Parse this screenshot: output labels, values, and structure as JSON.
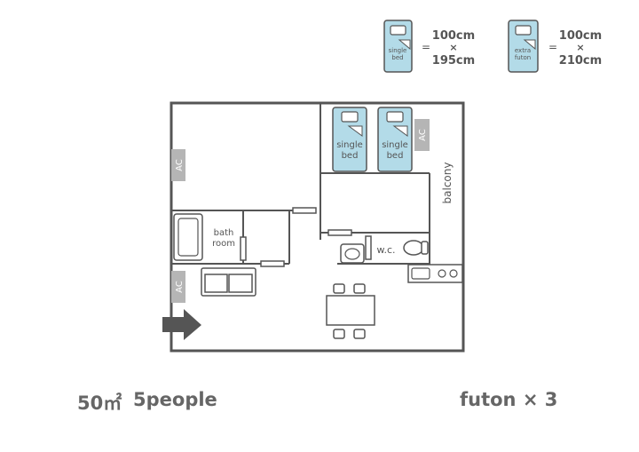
{
  "legend": {
    "single_bed": {
      "icon_label_1": "single",
      "icon_label_2": "bed",
      "eq": "=",
      "width": "100cm",
      "times": "×",
      "length": "195cm"
    },
    "extra_futon": {
      "icon_label_1": "extra",
      "icon_label_2": "futon",
      "eq": "=",
      "width": "100cm",
      "times": "×",
      "length": "210cm"
    }
  },
  "rooms": {
    "bed_1": {
      "line1": "single",
      "line2": "bed"
    },
    "bed_2": {
      "line1": "single",
      "line2": "bed"
    },
    "bath": {
      "line1": "bath",
      "line2": "room"
    },
    "balcony": "balcony",
    "wc": "w.c.",
    "ac_left_top": "AC",
    "ac_left_bottom": "AC",
    "ac_bedroom": "AC"
  },
  "footer": {
    "area": "50㎡",
    "people": "5people",
    "futon": "futon × 3"
  },
  "colors": {
    "wall": "#555555",
    "bed_fill": "#b3dbe8",
    "bed_stroke": "#555555",
    "ac_fill": "#b5b5b5",
    "text": "#555555"
  }
}
